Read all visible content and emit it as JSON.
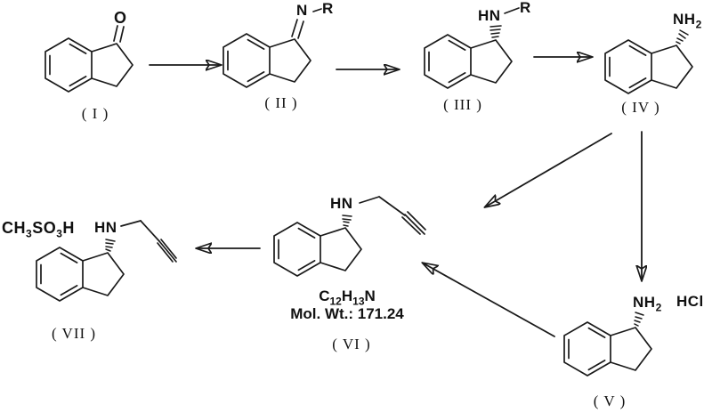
{
  "colors": {
    "ink": "#1a1a1a",
    "background": "#ffffff"
  },
  "scheme": {
    "compounds": {
      "I": {
        "label": "( I )",
        "carbonyl_o": "O"
      },
      "II": {
        "label": "( II )",
        "imine_n": "N",
        "r_group": "R"
      },
      "III": {
        "label": "( III )",
        "amine_hn": "HN",
        "r_group": "R"
      },
      "IV": {
        "label": "( IV )",
        "amine_nh": "NH",
        "amine_sub": "2"
      },
      "V": {
        "label": "( V )",
        "amine_nh": "NH",
        "amine_sub": "2",
        "salt": "HCl"
      },
      "VI": {
        "label": "( VI )",
        "amine_hn": "HN",
        "formula_c": "C",
        "formula_c_sub": "12",
        "formula_h": "H",
        "formula_h_sub": "13",
        "formula_n": "N",
        "mol_wt": "Mol. Wt.: 171.24"
      },
      "VII": {
        "label": "( VII )",
        "amine_hn": "HN",
        "acid_ch": "CH",
        "acid_ch_sub": "3",
        "acid_so": "SO",
        "acid_so_sub": "3",
        "acid_h": "H"
      }
    }
  }
}
